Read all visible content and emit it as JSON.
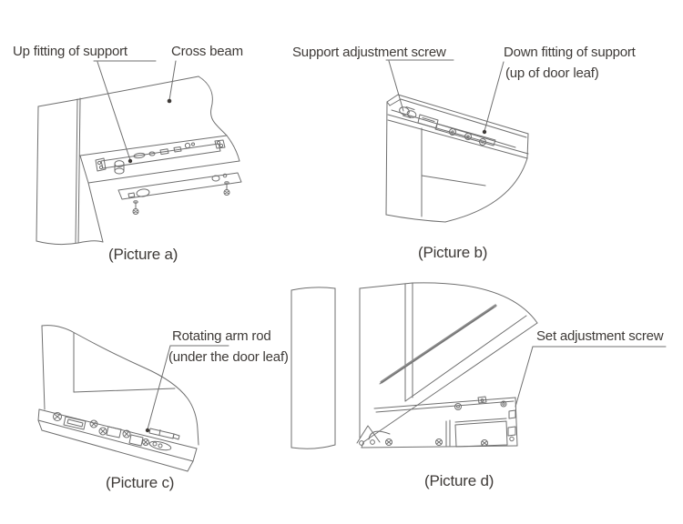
{
  "figure_type": "door-fitting installation diagram",
  "labels": {
    "up_fitting": "Up fitting of support",
    "cross_beam": "Cross beam",
    "support_adjustment_screw": "Support adjustment screw",
    "down_fitting_line1": "Down fitting of support",
    "down_fitting_line2": "(up of door leaf)",
    "rotating_arm_line1": "Rotating arm rod",
    "rotating_arm_line2": "(under the door leaf)",
    "set_adjustment_screw": "Set adjustment screw"
  },
  "captions": {
    "picture_a": "(Picture a)",
    "picture_b": "(Picture b)",
    "picture_c": "(Picture c)",
    "picture_d": "(Picture d)"
  },
  "colors": {
    "line": "#6f6f6f",
    "text": "#3e3a37",
    "background": "#ffffff"
  }
}
